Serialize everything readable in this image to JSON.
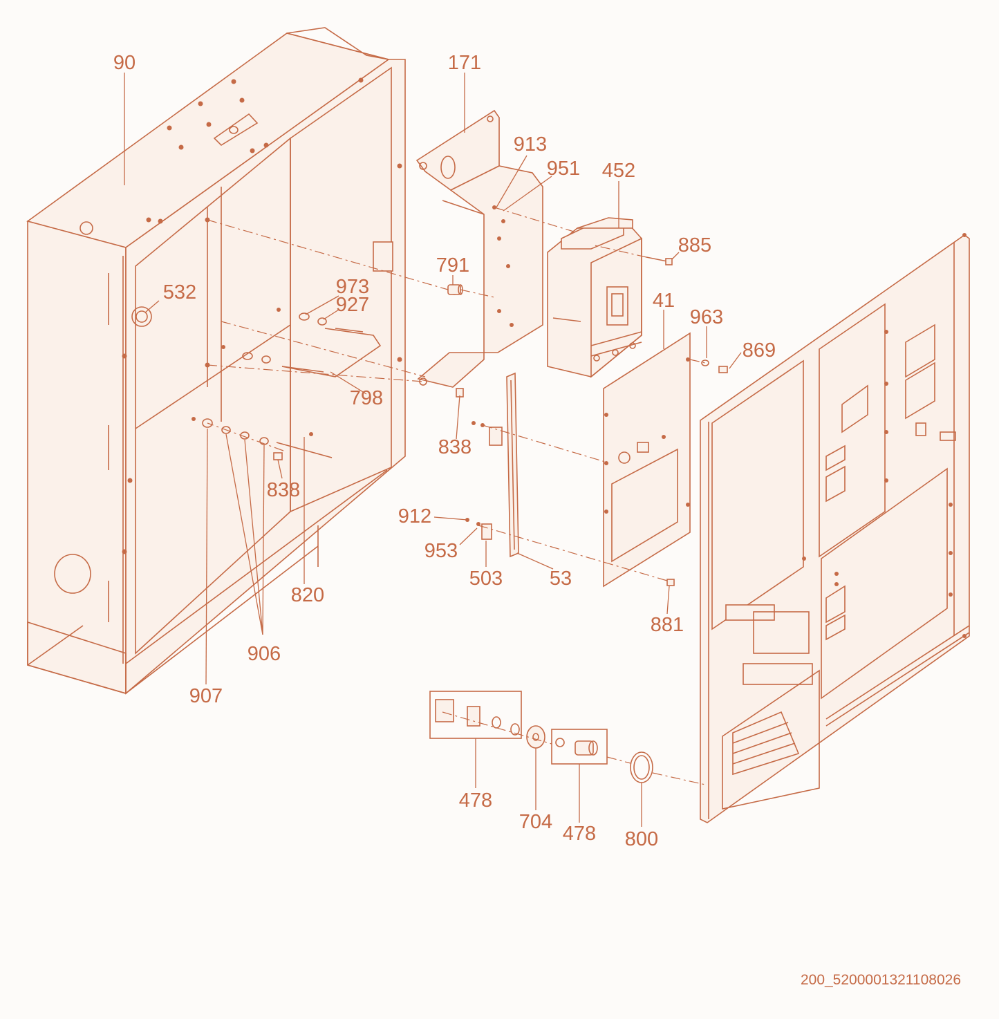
{
  "diagram": {
    "labels": [
      "90",
      "171",
      "913",
      "951",
      "452",
      "885",
      "532",
      "791",
      "973",
      "927",
      "41",
      "963",
      "869",
      "798",
      "838",
      "838",
      "912",
      "953",
      "503",
      "53",
      "881",
      "820",
      "906",
      "907",
      "478",
      "704",
      "478",
      "800"
    ],
    "reference_code": "200_5200001321108026"
  },
  "colors": {
    "line": "#c56a46",
    "background": "#fdfbf9"
  }
}
